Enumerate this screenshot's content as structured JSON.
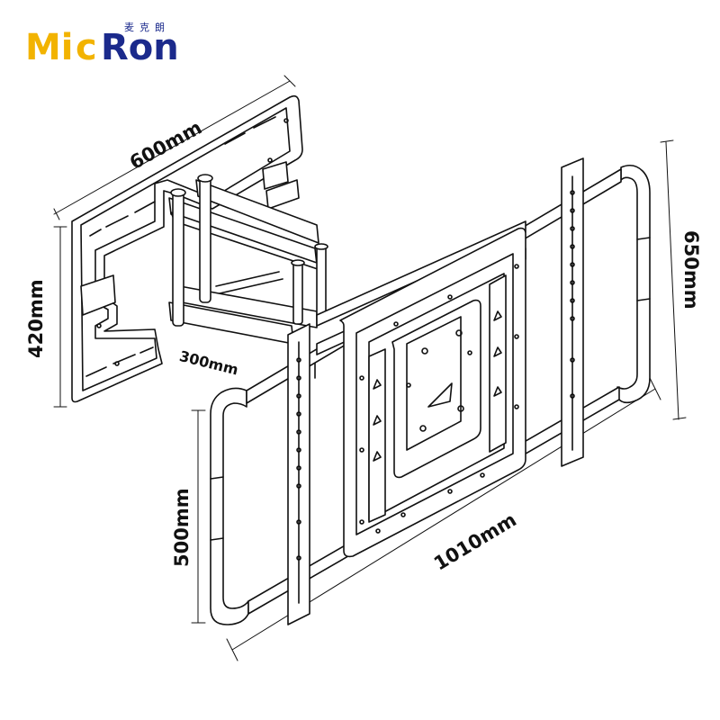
{
  "brand": {
    "logo_text": "MicRon",
    "chinese_name": "麦克朗",
    "colors": {
      "accent_yellow": "#f2b300",
      "accent_blue": "#1b2a8c"
    }
  },
  "dimensions": {
    "wall_plate_width": "600mm",
    "wall_plate_height": "420mm",
    "arm_depth": "300mm",
    "tv_frame_height": "500mm",
    "tv_frame_width": "1010mm",
    "tv_frame_full_height": "650mm"
  }
}
